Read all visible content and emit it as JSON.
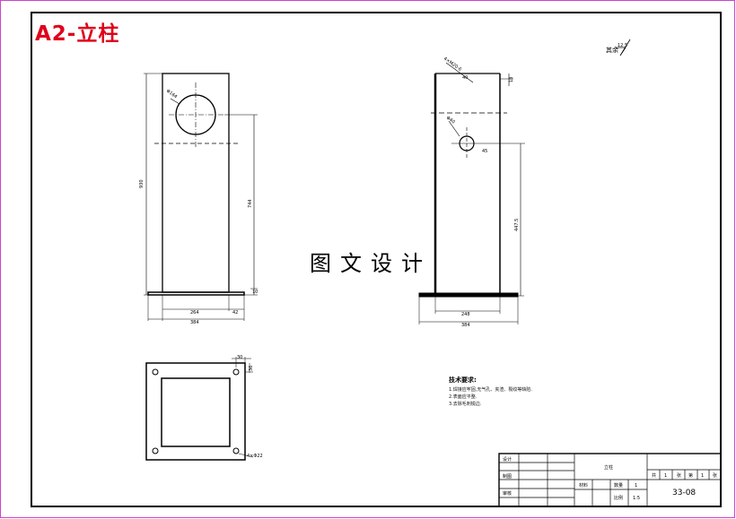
{
  "drawing_title": "A2-立柱",
  "watermark": "图文设计",
  "surface_finish_label": "其余",
  "surface_finish_value": "12.5",
  "dimensions": {
    "front_height": "930",
    "front_center_height": "744",
    "front_bottom_inner": "264",
    "front_bottom_right": "42",
    "front_bottom_total": "384",
    "front_small": "10",
    "hole_label": "Φ164",
    "side_top_label": "4×M20-6",
    "side_top_small": "40",
    "side_hole_label": "Φ40",
    "side_hole_depth": "45",
    "side_height": "447.5",
    "side_top_gap": "18",
    "side_bottom_inner": "248",
    "side_bottom_total": "384",
    "plan_top": "30",
    "plan_side": "36",
    "plan_holes": "4×Φ22"
  },
  "tech_notes": {
    "title": "技术要求:",
    "lines": [
      "1.焊接应牢固,无气孔、夹渣、裂纹等缺陷.",
      "2.表面应平整.",
      "3.去除毛刺锐边."
    ]
  },
  "title_block": {
    "row_labels": [
      "设计",
      "制图",
      "审核"
    ],
    "part_name": "立柱",
    "material_label": "材料",
    "qty_label": "数量",
    "qty_value": "1",
    "scale_label": "比例",
    "scale_value": "1:5",
    "sheet_info": [
      "共",
      "1",
      "张",
      "第",
      "1",
      "张"
    ],
    "drawing_number": "33-08"
  },
  "colors": {
    "frame": "#000000",
    "title": "#e0001b",
    "border_outer": "#cc44cc"
  }
}
